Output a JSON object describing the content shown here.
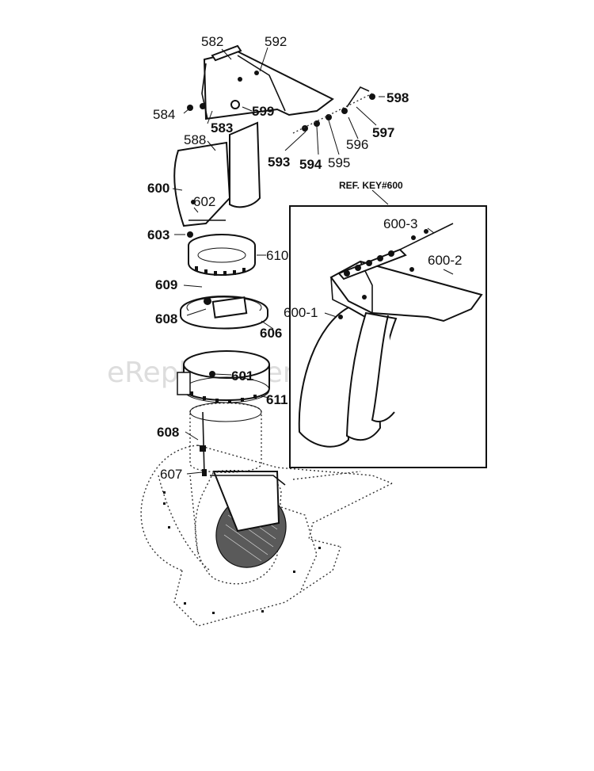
{
  "watermark": "eReplacementParts.com",
  "inset_title": "REF. KEY#600",
  "labels": {
    "l582": "582",
    "l592": "592",
    "l584": "584",
    "l583": "583",
    "l599": "599",
    "l598": "598",
    "l597": "597",
    "l596": "596",
    "l595": "595",
    "l594": "594",
    "l593": "593",
    "l588": "588",
    "l600": "600",
    "l602": "602",
    "l603": "603",
    "l610": "610",
    "l609": "609",
    "l608a": "608",
    "l606": "606",
    "l601": "601",
    "l611": "611",
    "l608b": "608",
    "l607": "607",
    "l600_3": "600-3",
    "l600_2": "600-2",
    "l600_1": "600-1"
  }
}
